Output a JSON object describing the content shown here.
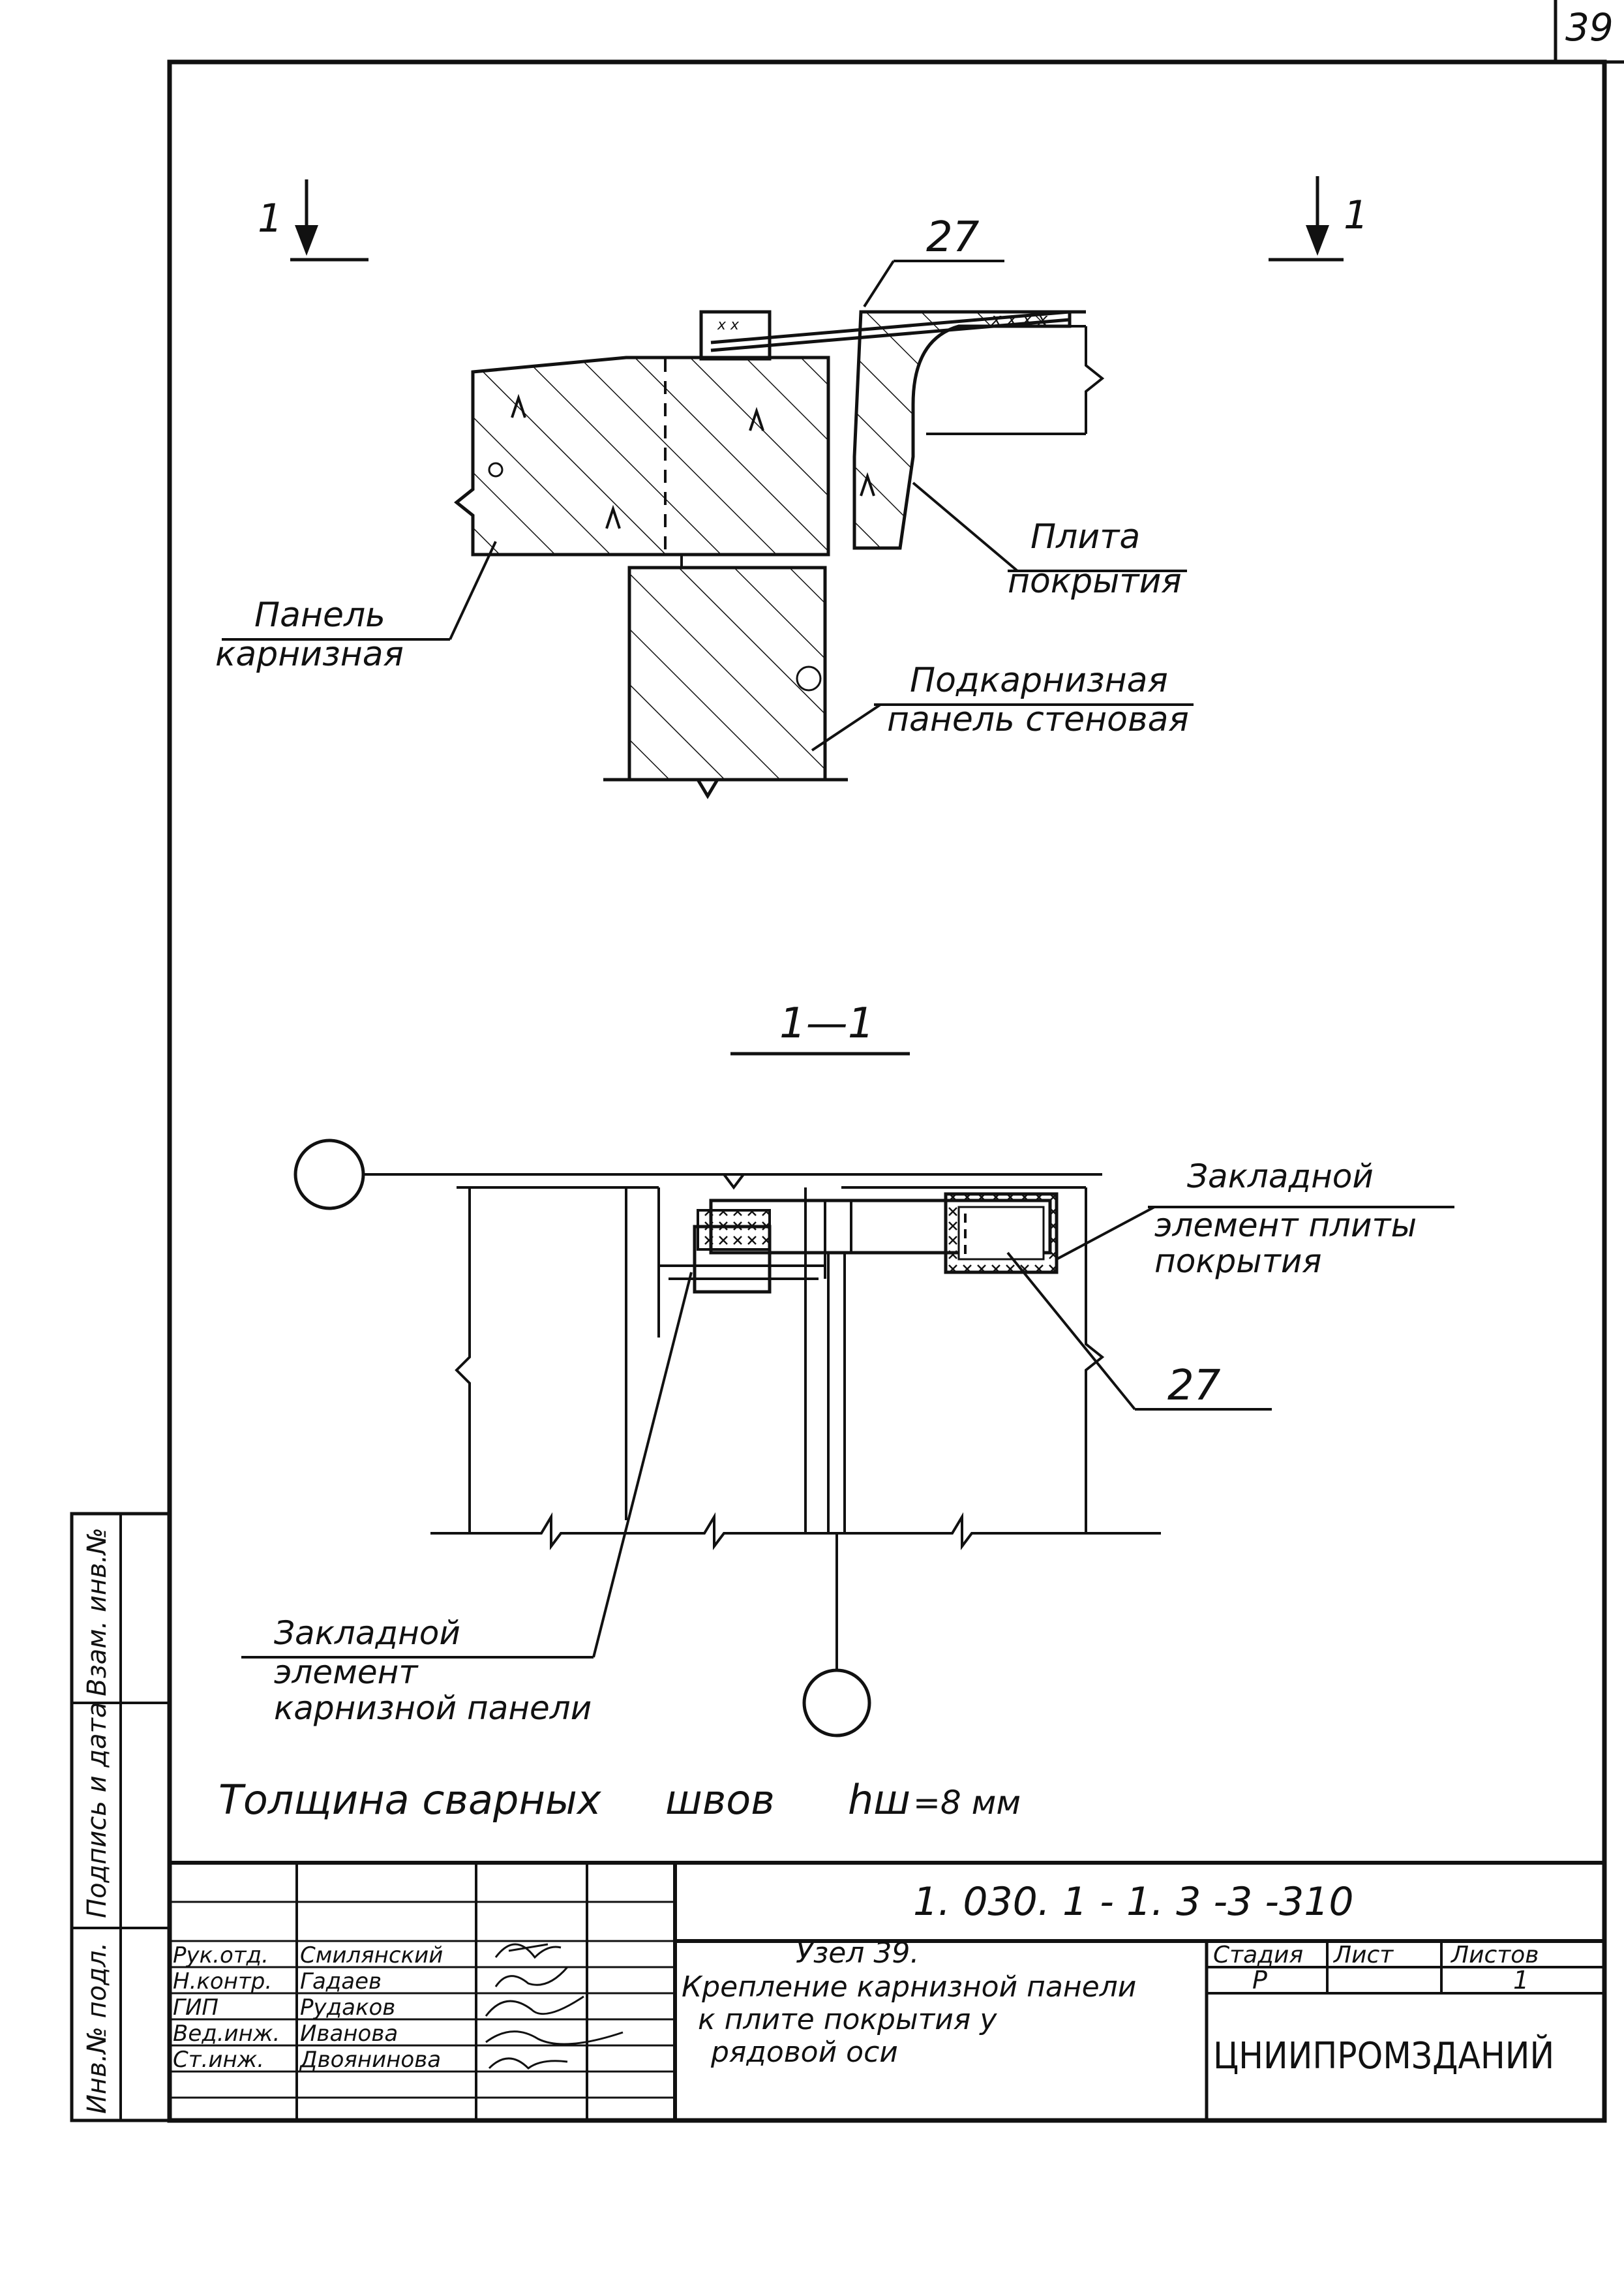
{
  "sheet": {
    "number": "39"
  },
  "section_marker": {
    "label": "1"
  },
  "upper_detail": {
    "callout": "27",
    "plate_label": [
      "Плита",
      "покрытия"
    ],
    "cornice_label": [
      "Панель",
      "карнизная"
    ],
    "wall_label": [
      "Подкарнизная",
      "панель стеновая"
    ]
  },
  "section_title": "1—1",
  "lower_detail": {
    "embed_plate_label": [
      "Закладной",
      "элемент плиты",
      "покрытия"
    ],
    "callout": "27",
    "embed_cornice_label": [
      "Закладной",
      "элемент",
      "карнизной панели"
    ]
  },
  "note": {
    "text": "Толщина сварных",
    "text2": "швов",
    "symbol": "hш",
    "value": "=8 мм"
  },
  "side_stamp": [
    "Инв.№ подл.",
    "Подпись и дата",
    "Взам. инв.№"
  ],
  "title_block": {
    "code": "1. 030. 1 - 1. 3 -3 -310",
    "roles": [
      "Рук.отд.",
      "Н.контр.",
      "ГИП",
      "Вед.инж.",
      "Ст.инж."
    ],
    "names": [
      "Смилянский",
      "Гадаев",
      "Рудаков",
      "Иванова",
      "Двоянинова"
    ],
    "node_title": "Узел 39.",
    "description": [
      "Крепление карнизной панели",
      "к плите покрытия у",
      "рядовой оси"
    ],
    "col_stage": "Стадия",
    "col_sheet": "Лист",
    "col_sheets": "Листов",
    "stage": "Р",
    "sheets": "1",
    "organization": "ЦНИИПРОМЗДАНИЙ"
  }
}
